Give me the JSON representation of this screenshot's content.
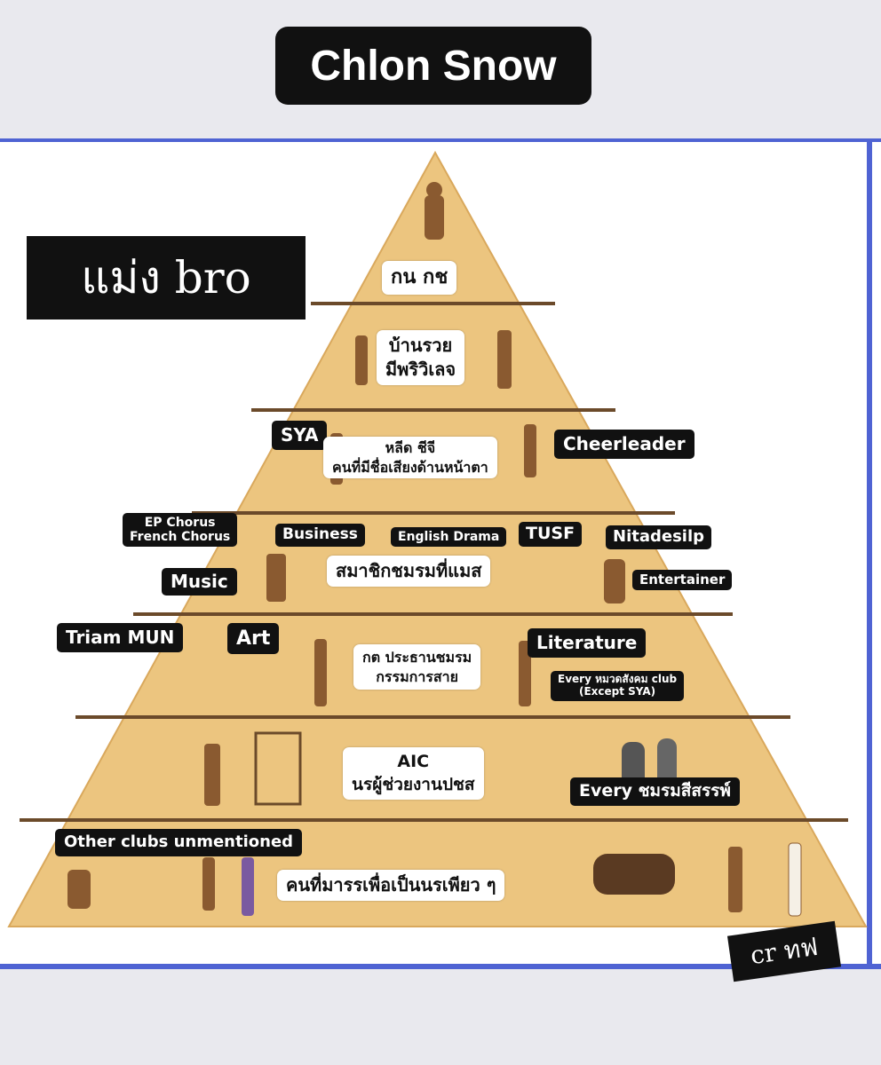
{
  "header": {
    "title": "Chlon Snow"
  },
  "corner_label": "แม่ง bro",
  "credit": "cr ทฟ",
  "colors": {
    "pyramid": "#ecc57f",
    "divider": "#6b4a2a",
    "accent_line": "#4f63d3"
  },
  "tiers": [
    {
      "lines": [
        "กน กช"
      ]
    },
    {
      "lines": [
        "บ้านรวย",
        "มีพริวิเลจ"
      ]
    },
    {
      "lines": [
        "หลีด ชีจี",
        "คนที่มีชื่อเสียงด้านหน้าตา"
      ],
      "tags": [
        "SYA",
        "Cheerleader"
      ]
    },
    {
      "lines": [
        "สมาชิกชมรมที่แมส"
      ],
      "tags": [
        "EP Chorus",
        "French Chorus",
        "Business",
        "English Drama",
        "TUSF",
        "Nitadesilp",
        "Music",
        "Entertainer"
      ]
    },
    {
      "lines": [
        "กต ประธานชมรม",
        "กรรมการสาย"
      ],
      "tags": [
        "Triam MUN",
        "Art",
        "Literature",
        "Every หมวดสังคม club",
        "(Except SYA)"
      ]
    },
    {
      "lines": [
        "AIC",
        "นรผู้ช่วยงานปชส"
      ],
      "tags": [
        "Every ชมรมสีสรรพ์"
      ]
    },
    {
      "lines": [
        "คนที่มารรเพื่อเป็นนรเพียว ๆ"
      ],
      "tags": [
        "Other clubs unmentioned"
      ]
    }
  ]
}
